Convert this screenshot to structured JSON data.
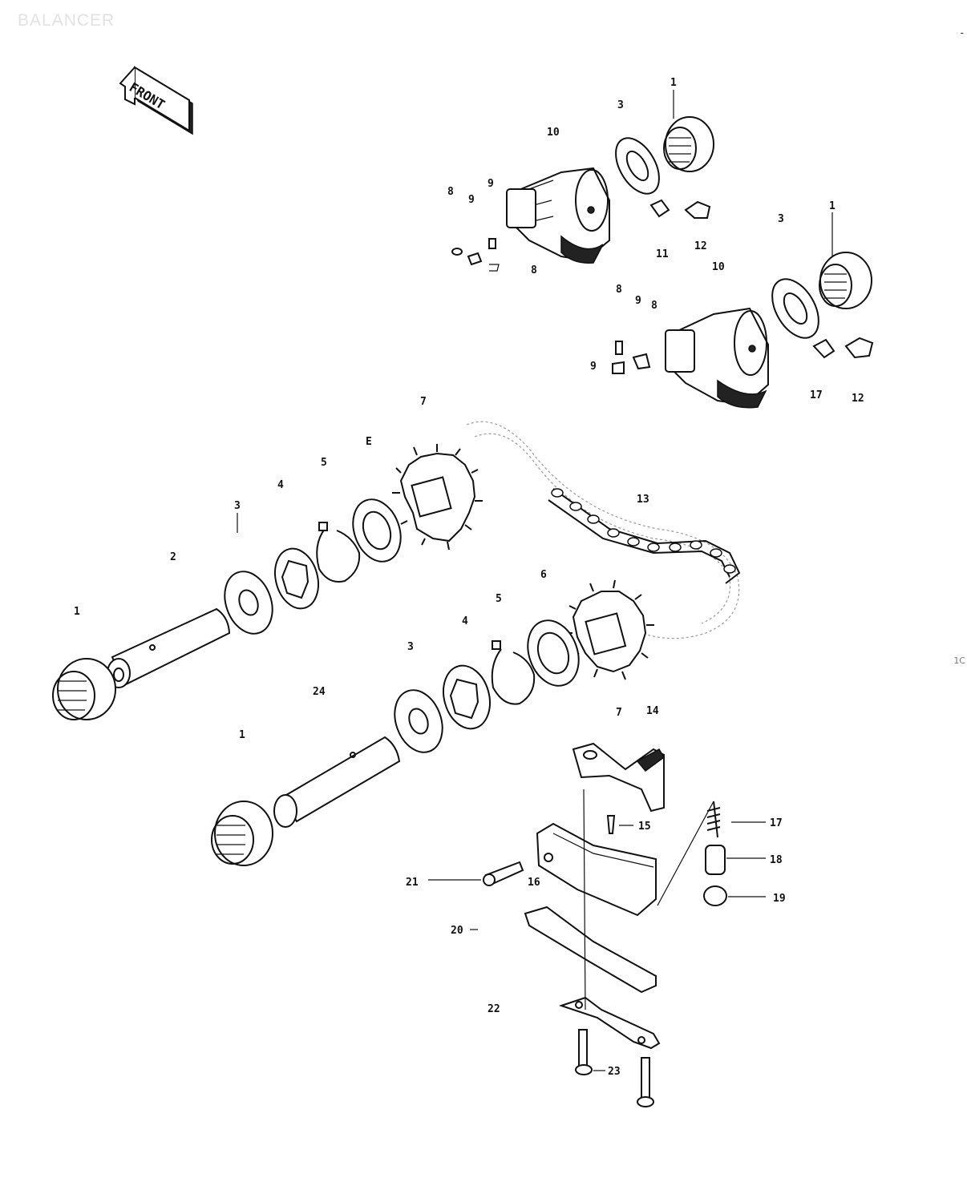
{
  "header": {
    "title": "BALANCER",
    "corner_mark": "-",
    "page_number": "1C"
  },
  "front_badge": {
    "label": "FRONT"
  },
  "callouts": [
    {
      "text": "1"
    },
    {
      "text": "3"
    },
    {
      "text": "10"
    },
    {
      "text": "8"
    },
    {
      "text": "9"
    },
    {
      "text": "9"
    },
    {
      "text": "8"
    },
    {
      "text": "11"
    },
    {
      "text": "12"
    },
    {
      "text": "3"
    },
    {
      "text": "1"
    },
    {
      "text": "10"
    },
    {
      "text": "8"
    },
    {
      "text": "9"
    },
    {
      "text": "8"
    },
    {
      "text": "9"
    },
    {
      "text": "17"
    },
    {
      "text": "12"
    },
    {
      "text": "7"
    },
    {
      "text": "E"
    },
    {
      "text": "5"
    },
    {
      "text": "4"
    },
    {
      "text": "3"
    },
    {
      "text": "2"
    },
    {
      "text": "1"
    },
    {
      "text": "13"
    },
    {
      "text": "6"
    },
    {
      "text": "5"
    },
    {
      "text": "4"
    },
    {
      "text": "3"
    },
    {
      "text": "24"
    },
    {
      "text": "1"
    },
    {
      "text": "7"
    },
    {
      "text": "14"
    },
    {
      "text": "15"
    },
    {
      "text": "17"
    },
    {
      "text": "18"
    },
    {
      "text": "19"
    },
    {
      "text": "21"
    },
    {
      "text": "16"
    },
    {
      "text": "20"
    },
    {
      "text": "22"
    },
    {
      "text": "23"
    }
  ]
}
